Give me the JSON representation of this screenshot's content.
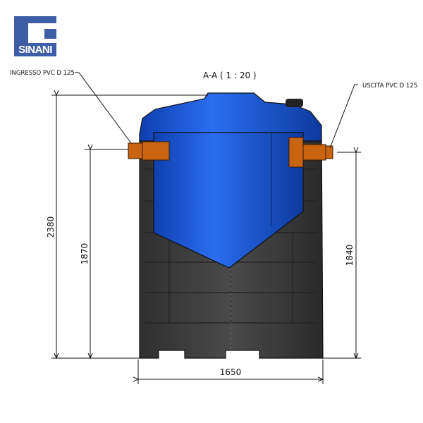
{
  "logo": {
    "text": "SINANI",
    "color": "#3d5ea6"
  },
  "section_title": "A-A ( 1 : 20 )",
  "labels": {
    "inlet": "INGRESSO PVC D 125",
    "outlet": "USCITA PVC D 125"
  },
  "dimensions": {
    "total_height": "2380",
    "inlet_height": "1870",
    "outlet_height": "1840",
    "width": "1650"
  },
  "colors": {
    "tank_body": "#3a3a3a",
    "inner_tank": "#1a5ad6",
    "pipes": "#c8640f"
  }
}
